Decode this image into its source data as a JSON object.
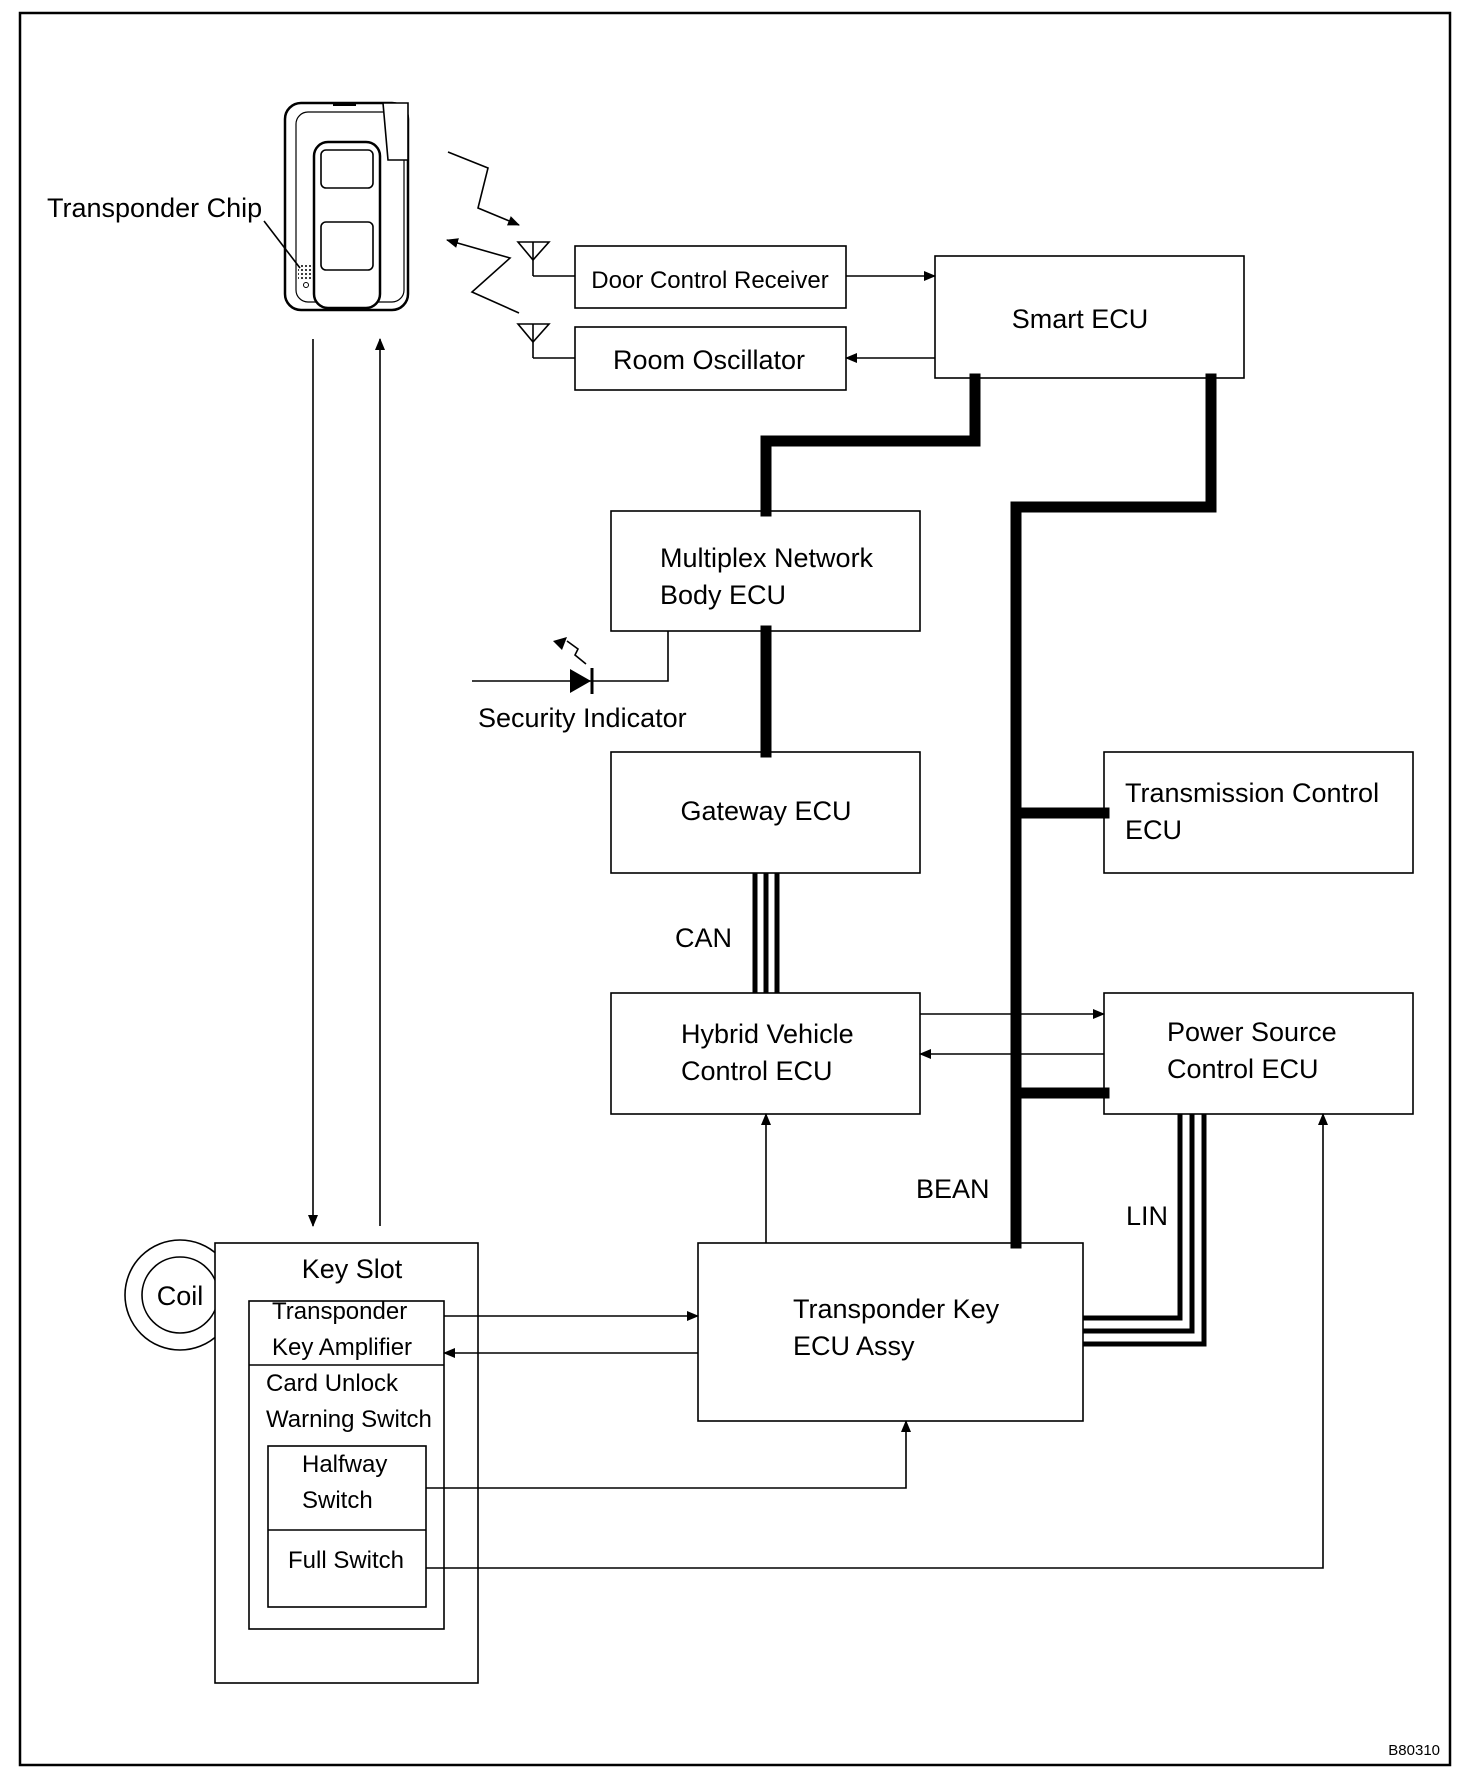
{
  "labels": {
    "transponder_chip": "Transponder Chip",
    "door_control_receiver": "Door Control Receiver",
    "room_oscillator": "Room Oscillator",
    "smart_ecu": "Smart ECU",
    "multiplex_line1": "Multiplex  Network",
    "multiplex_line2": "Body ECU",
    "security_indicator": "Security Indicator",
    "gateway_ecu": "Gateway ECU",
    "transmission_line1": "Transmission Control",
    "transmission_line2": "ECU",
    "can": "CAN",
    "hybrid_line1": "Hybrid Vehicle",
    "hybrid_line2": "Control ECU",
    "power_line1": "Power Source",
    "power_line2": "Control ECU",
    "bean": "BEAN",
    "lin": "LIN",
    "coil": "Coil",
    "key_slot": "Key Slot",
    "amp_line1": "Transponder",
    "amp_line2": "Key Amplifier",
    "card_line1": "Card Unlock",
    "card_line2": "Warning Switch",
    "halfway_line1": "Halfway",
    "halfway_line2": "Switch",
    "full_switch": "Full Switch",
    "tk_line1": "Transponder  Key",
    "tk_line2": "ECU Assy",
    "figure_code": "B80310"
  }
}
